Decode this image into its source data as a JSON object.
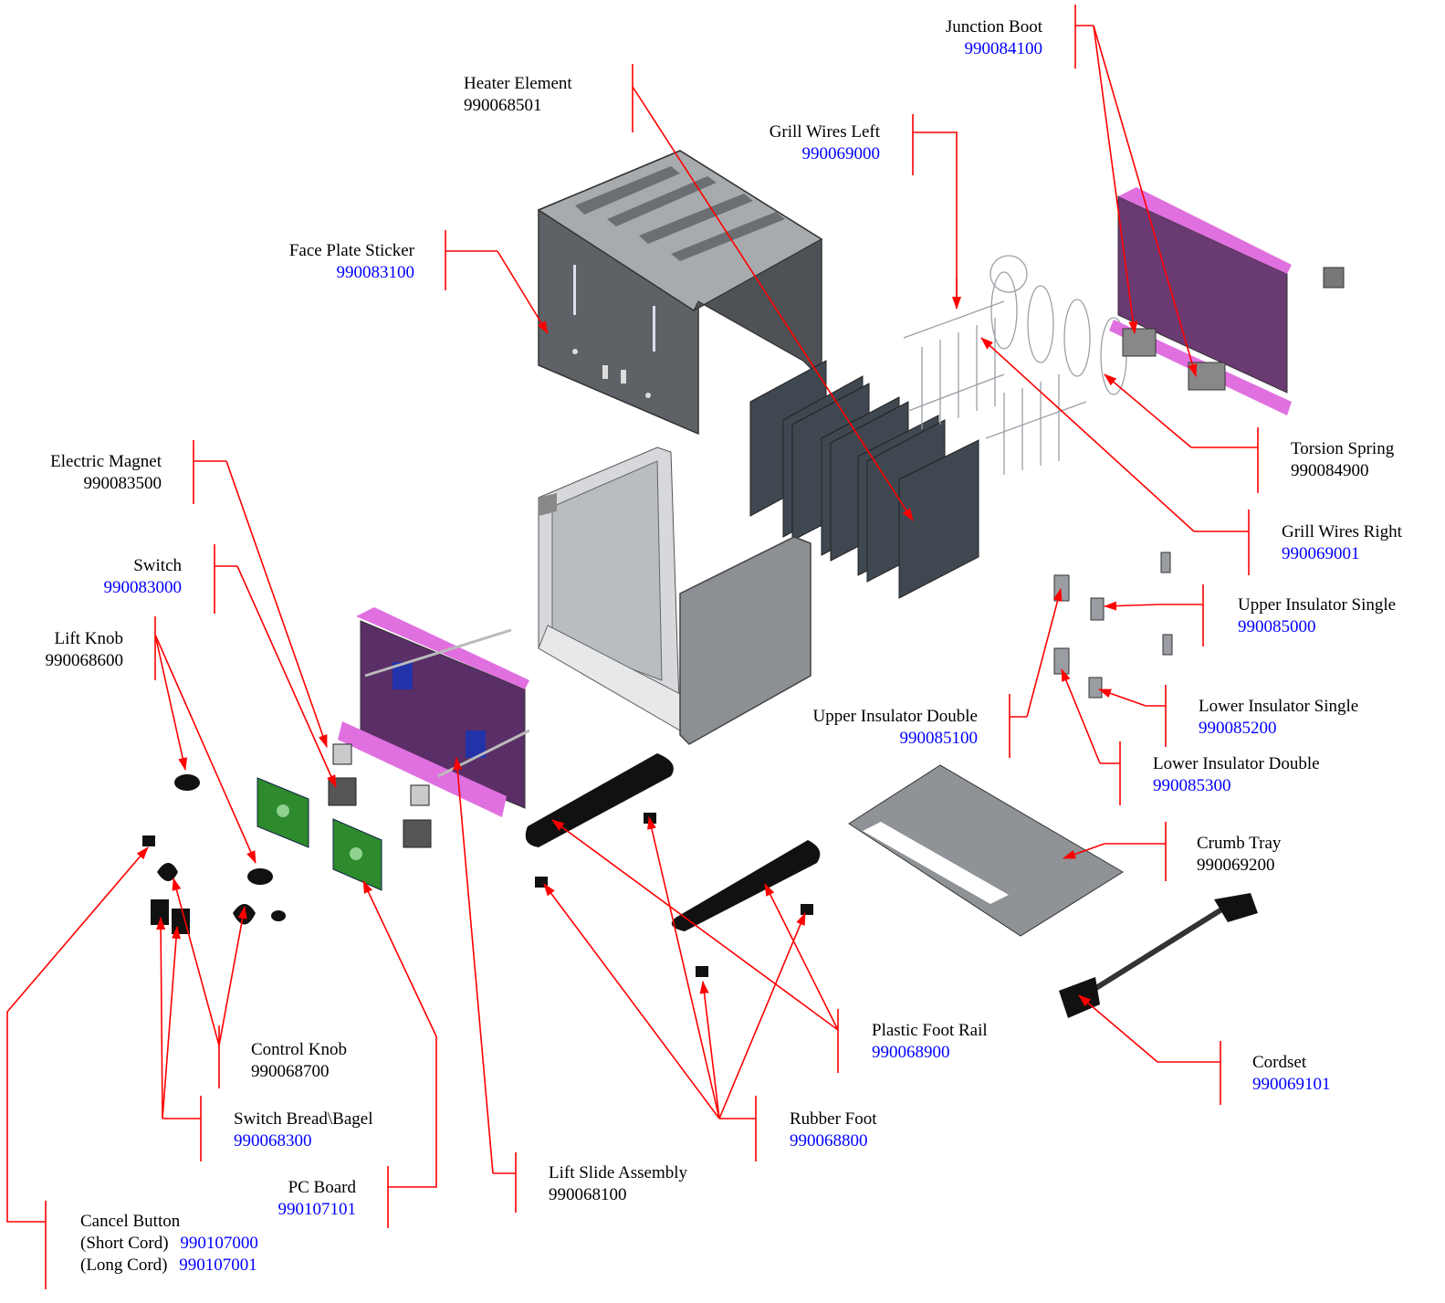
{
  "colors": {
    "leader": "#ff0000",
    "part_link": "#0000ff",
    "part_plain": "#000000",
    "frame_purple": "#a868b8",
    "board_green": "#2d8a2d",
    "metal": "#5e6166"
  },
  "labels": {
    "junction_boot": {
      "name": "Junction Boot",
      "number": "990084100"
    },
    "heater_element": {
      "name": "Heater Element",
      "number": "990068501"
    },
    "grill_wires_left": {
      "name": "Grill Wires Left",
      "number": "990069000"
    },
    "face_plate_sticker": {
      "name": "Face Plate Sticker",
      "number": "990083100"
    },
    "torsion_spring": {
      "name": "Torsion Spring",
      "number": "990084900"
    },
    "electric_magnet": {
      "name": "Electric Magnet",
      "number": "990083500"
    },
    "grill_wires_right": {
      "name": "Grill Wires Right",
      "number": "990069001"
    },
    "switch": {
      "name": "Switch",
      "number": "990083000"
    },
    "upper_insulator_single": {
      "name": "Upper Insulator Single",
      "number": "990085000"
    },
    "lift_knob": {
      "name": "Lift Knob",
      "number": "990068600"
    },
    "upper_insulator_double": {
      "name": "Upper Insulator Double",
      "number": "990085100"
    },
    "lower_insulator_single": {
      "name": "Lower Insulator Single",
      "number": "990085200"
    },
    "lower_insulator_double": {
      "name": "Lower Insulator Double",
      "number": "990085300"
    },
    "crumb_tray": {
      "name": "Crumb Tray",
      "number": "990069200"
    },
    "control_knob": {
      "name": "Control Knob",
      "number": "990068700"
    },
    "plastic_foot_rail": {
      "name": "Plastic Foot Rail",
      "number": "990068900"
    },
    "cordset": {
      "name": "Cordset",
      "number": "990069101"
    },
    "switch_bread_bagel": {
      "name": "Switch Bread\\Bagel",
      "number": "990068300"
    },
    "rubber_foot": {
      "name": "Rubber Foot",
      "number": "990068800"
    },
    "lift_slide_assembly": {
      "name": "Lift Slide Assembly",
      "number": "990068100"
    },
    "pc_board": {
      "name": "PC Board",
      "number": "990107101"
    },
    "cancel_button": {
      "name": "Cancel Button",
      "short_label": "(Short Cord)",
      "short_number": "990107000",
      "long_label": "(Long Cord)",
      "long_number": "990107001"
    }
  }
}
